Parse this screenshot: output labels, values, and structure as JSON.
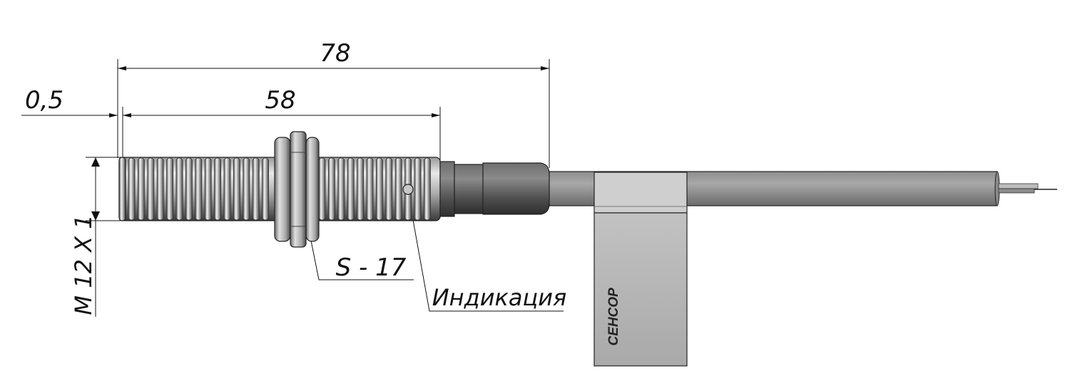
{
  "dimensions": {
    "overall_length": "78",
    "body_length": "58",
    "offset": "0,5",
    "thread": "M 12 X 1",
    "wrench": "S - 17"
  },
  "labels": {
    "indicator": "Индикация",
    "brand": "СЕНСОР"
  },
  "colors": {
    "line": "#111111",
    "metal_light": "#d6d6d6",
    "metal_dark": "#5a5a5a",
    "cable": "#9a9a9a",
    "tag": "#b4b4b4"
  }
}
